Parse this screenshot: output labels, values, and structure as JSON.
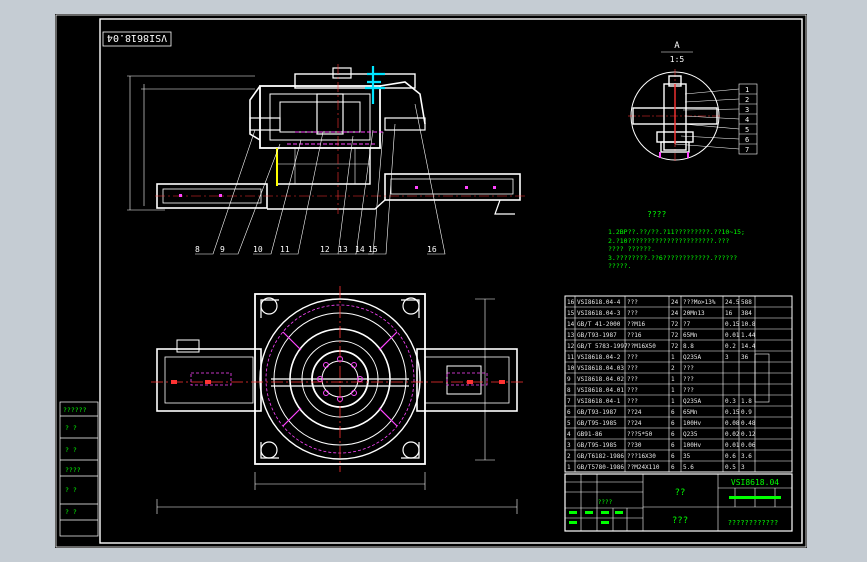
{
  "drawing": {
    "stamp_code": "VSI8618.04",
    "view_label": "A",
    "view_scale": "1:5",
    "detail_callouts": [
      "1",
      "2",
      "3",
      "4",
      "5",
      "6",
      "7"
    ],
    "front_callouts": [
      "8",
      "9",
      "10",
      "11",
      "12",
      "13",
      "14",
      "15",
      "16"
    ],
    "tech_title": "????",
    "tech_notes": [
      "1.2BP??.??/??.?11?????????.??10~15;",
      "2.?10??????????????????????.???",
      "  ???? ??????.",
      "3.????????.??6????????????.??????",
      "  ?????."
    ],
    "side_table": [
      "??????",
      "?  ?",
      "?  ?",
      "????",
      "?  ?",
      "?  ?"
    ],
    "colors": {
      "background": "#000000",
      "outline": "#ffffff",
      "centerline": "#ff3333",
      "hidden": "#ff44ff",
      "dimension": "#ffffff",
      "highlight": "#00e5ff",
      "table_text": "#00ff00",
      "weld": "#ffff00"
    }
  },
  "bom": {
    "rows": [
      {
        "no": "16",
        "code": "VSI8618.04-4",
        "name": "???",
        "qty": "24",
        "mat": "???Mo>13%",
        "w1": "24.5",
        "w2": "588"
      },
      {
        "no": "15",
        "code": "VSI8618.04-3",
        "name": "???",
        "qty": "24",
        "mat": "20Mn13",
        "w1": "16",
        "w2": "384"
      },
      {
        "no": "14",
        "code": "GB/T 41-2000",
        "name": "??M16",
        "qty": "72",
        "mat": "?7",
        "w1": "0.15",
        "w2": "10.8"
      },
      {
        "no": "13",
        "code": "GB/T93-1987",
        "name": "??16",
        "qty": "72",
        "mat": "65Mn",
        "w1": "0.01",
        "w2": "1.44"
      },
      {
        "no": "12",
        "code": "GB/T 5783-1997",
        "name": "??M16X50",
        "qty": "72",
        "mat": "8.8",
        "w1": "0.2",
        "w2": "14.4"
      },
      {
        "no": "11",
        "code": "VSI8618.04-2",
        "name": "???",
        "qty": "1",
        "mat": "Q235A",
        "w1": "3",
        "w2": "36"
      },
      {
        "no": "10",
        "code": "VSI8618.04.03",
        "name": "???",
        "qty": "2",
        "mat": "???",
        "w1": "",
        "w2": ""
      },
      {
        "no": "9",
        "code": "VSI8618.04.02",
        "name": "???",
        "qty": "1",
        "mat": "???",
        "w1": "",
        "w2": ""
      },
      {
        "no": "8",
        "code": "VSI8618.04.01",
        "name": "???",
        "qty": "1",
        "mat": "???",
        "w1": "",
        "w2": ""
      },
      {
        "no": "7",
        "code": "VSI8618.04-1",
        "name": "???",
        "qty": "1",
        "mat": "Q235A",
        "w1": "0.3",
        "w2": "1.8"
      },
      {
        "no": "6",
        "code": "GB/T93-1987",
        "name": "??24",
        "qty": "6",
        "mat": "65Mn",
        "w1": "0.15",
        "w2": "0.9"
      },
      {
        "no": "5",
        "code": "GB/T95-1985",
        "name": "??24",
        "qty": "6",
        "mat": "100Hv",
        "w1": "0.08",
        "w2": "0.48"
      },
      {
        "no": "4",
        "code": "GB91-86",
        "name": "???5*50",
        "qty": "6",
        "mat": "Q235",
        "w1": "0.02",
        "w2": "0.12"
      },
      {
        "no": "3",
        "code": "GB/T95-1985",
        "name": "??30",
        "qty": "6",
        "mat": "100Hv",
        "w1": "0.01",
        "w2": "0.06"
      },
      {
        "no": "2",
        "code": "GB/T6182-1986",
        "name": "???16X30",
        "qty": "6",
        "mat": "35",
        "w1": "0.6",
        "w2": "3.6"
      },
      {
        "no": "1",
        "code": "GB/T5780-1986",
        "name": "??M24X110",
        "qty": "6",
        "mat": "5.6",
        "w1": "0.5",
        "w2": "3"
      }
    ]
  },
  "title_block": {
    "drawing_no": "VSI8618.04",
    "name_cell": "??",
    "company_cell": "???",
    "small_label": "????",
    "bottom_right": "????????????"
  }
}
